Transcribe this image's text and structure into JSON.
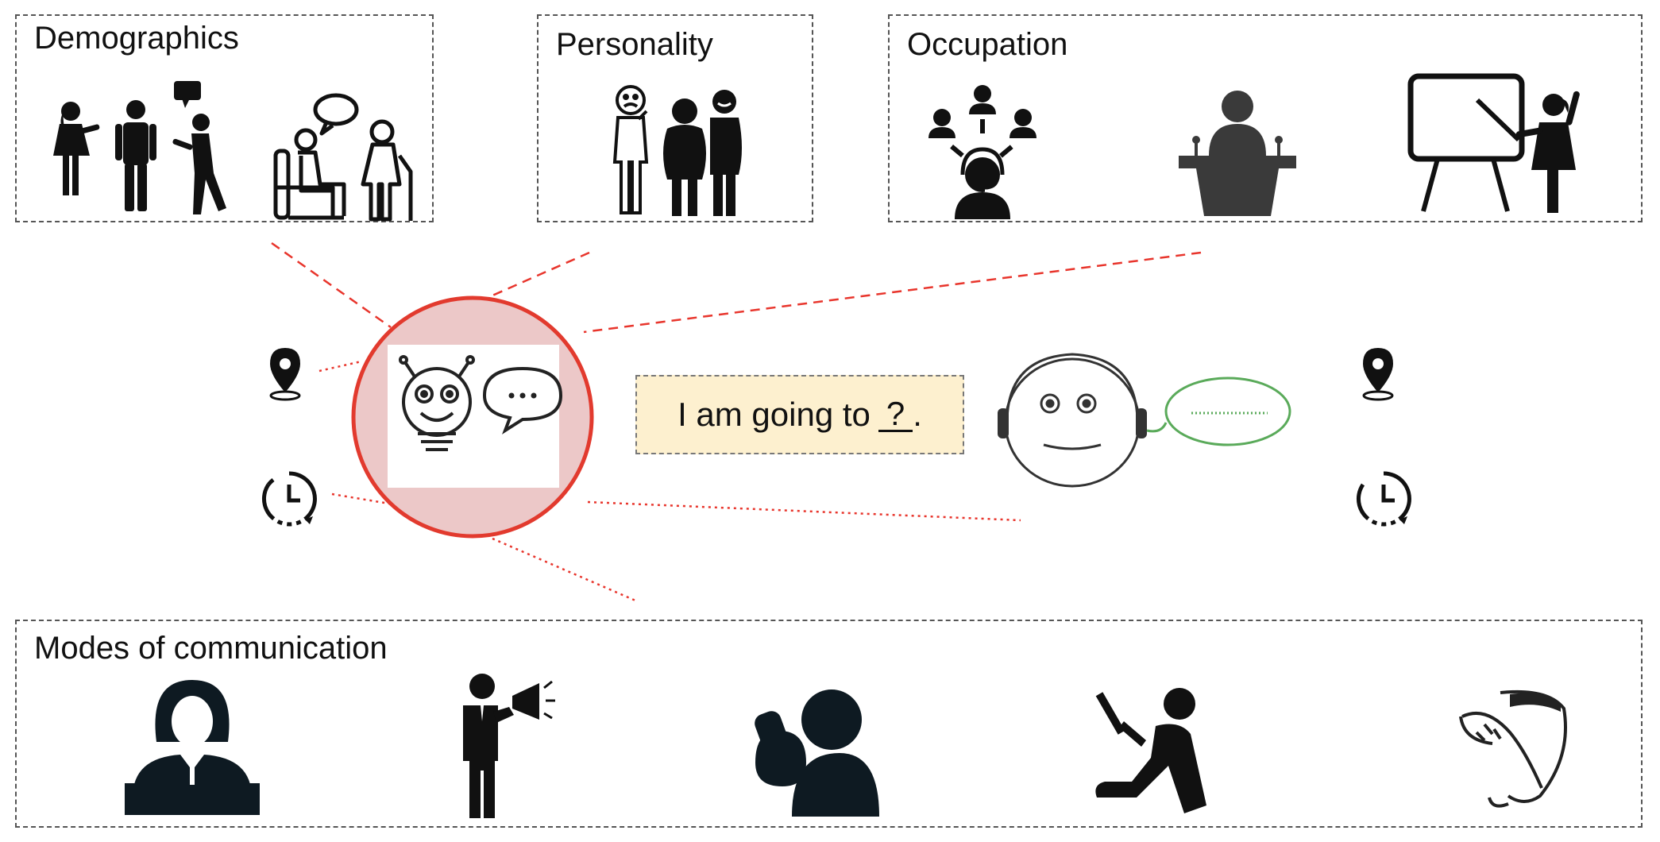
{
  "boxes": {
    "demographics": "Demographics",
    "personality": "Personality",
    "occupation": "Occupation",
    "modes": "Modes of communication"
  },
  "sentence": {
    "prefix": "I am going to",
    "blank": "?",
    "suffix": "."
  },
  "colors": {
    "connector": "#e8352c",
    "circle_fill": "#ecc8c8",
    "sentence_fill": "#fdf0cf",
    "speech_bubble": "#5aaa5a"
  },
  "icons": {
    "demographics": [
      "people-talking-icon",
      "elderly-couple-icon"
    ],
    "personality": [
      "personality-people-icon"
    ],
    "occupation": [
      "call-center-agent-icon",
      "podium-speaker-icon",
      "teacher-whiteboard-icon"
    ],
    "modes": [
      "news-anchor-icon",
      "megaphone-man-icon",
      "phone-caller-icon",
      "reading-person-icon",
      "quill-scroll-icon"
    ],
    "context_left": [
      "location-pin-icon",
      "time-clock-icon"
    ],
    "context_right": [
      "location-pin-icon",
      "time-clock-icon"
    ],
    "center": [
      "robot-speaker-icon",
      "listener-headphones-icon"
    ]
  }
}
